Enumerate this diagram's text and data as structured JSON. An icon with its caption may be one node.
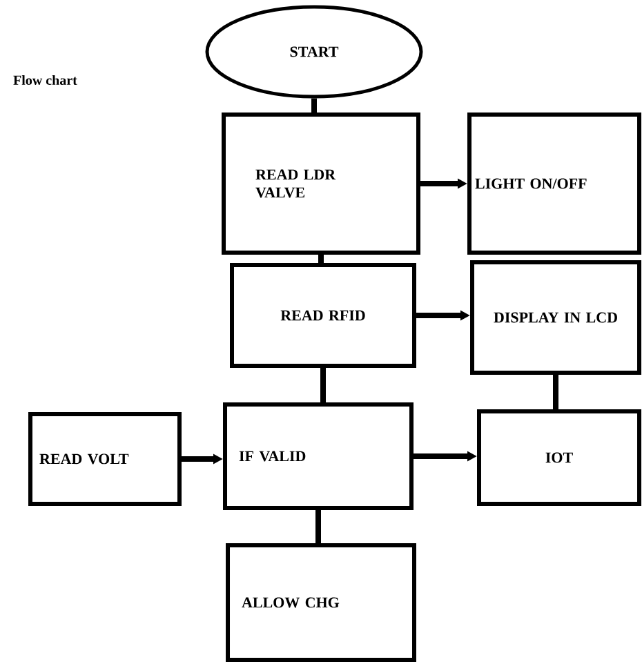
{
  "diagram": {
    "title": "Flow chart",
    "nodes": [
      {
        "text": [
          "START"
        ]
      },
      {
        "text": [
          "READ LDR VALVE"
        ]
      },
      {
        "text": [
          "LIGHT ON/OFF"
        ]
      },
      {
        "text": [
          "READ RFID"
        ]
      },
      {
        "text": [
          "DISPLAY IN LCD"
        ]
      },
      {
        "text": [
          "READ VOLT"
        ]
      },
      {
        "text": [
          "IF VALID"
        ]
      },
      {
        "text": [
          "IOT"
        ]
      },
      {
        "text": [
          "ALLOW CHG"
        ]
      }
    ],
    "edges": [
      {
        "from": 0,
        "to": 1,
        "arrow": "none"
      },
      {
        "from": 1,
        "to": 2,
        "arrow": "to"
      },
      {
        "from": 1,
        "to": 3,
        "arrow": "none"
      },
      {
        "from": 3,
        "to": 4,
        "arrow": "to"
      },
      {
        "from": 3,
        "to": 6,
        "arrow": "none"
      },
      {
        "from": 4,
        "to": 7,
        "arrow": "none"
      },
      {
        "from": 5,
        "to": 6,
        "arrow": "to"
      },
      {
        "from": 6,
        "to": 7,
        "arrow": "to"
      },
      {
        "from": 6,
        "to": 8,
        "arrow": "none"
      }
    ]
  }
}
